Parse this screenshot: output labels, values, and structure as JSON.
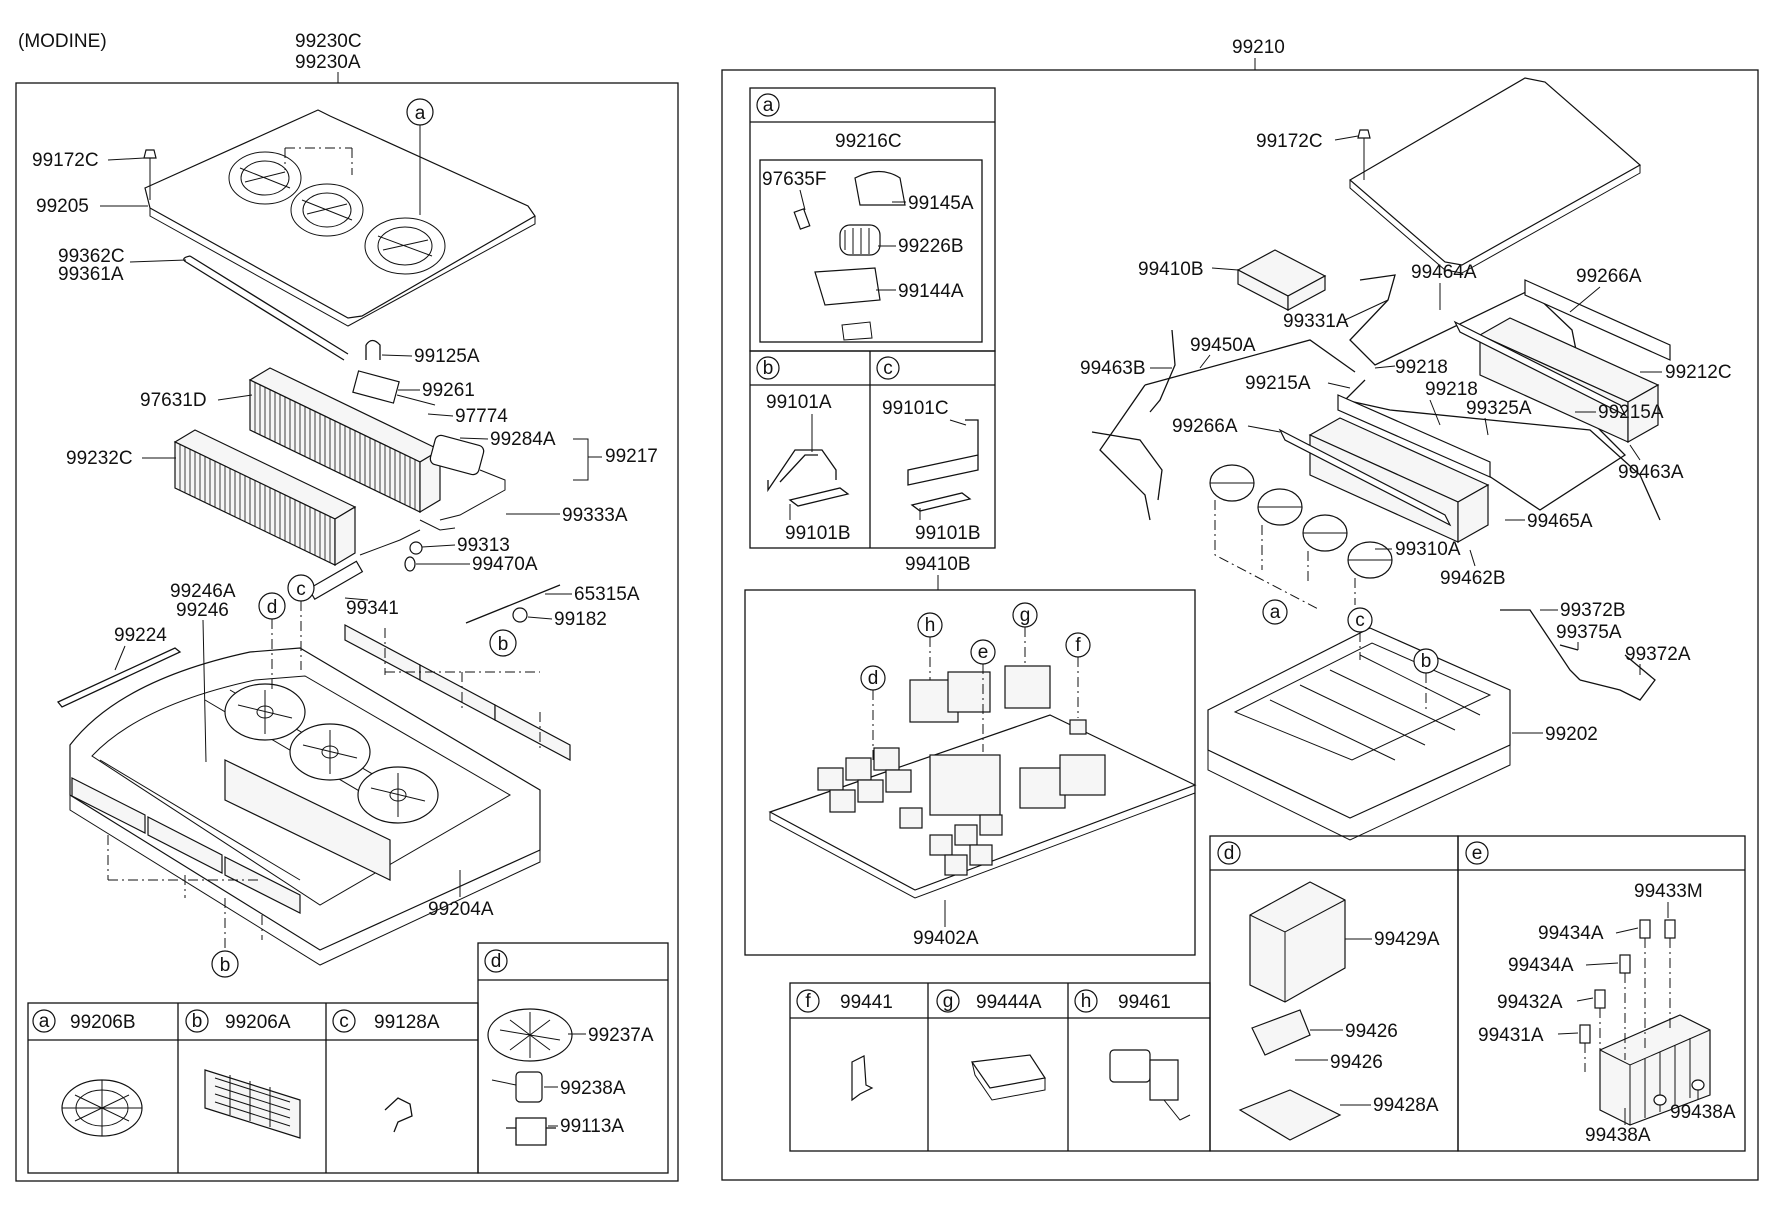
{
  "left_assembly": {
    "note": "(MODINE)",
    "title_top": "99230C",
    "title_bottom": "99230A",
    "parts": {
      "p99172C": "99172C",
      "p99205": "99205",
      "p99362C": "99362C",
      "p99361A": "99361A",
      "p99125A": "99125A",
      "p99261": "99261",
      "p97631D": "97631D",
      "p97774": "97774",
      "p99284A": "99284A",
      "p99217": "99217",
      "p99232C": "99232C",
      "p99333A": "99333A",
      "p99313": "99313",
      "p99470A": "99470A",
      "p99341": "99341",
      "p65315A": "65315A",
      "p99182": "99182",
      "p99246A": "99246A",
      "p99246": "99246",
      "p99224": "99224",
      "p99204A": "99204A"
    },
    "callouts": {
      "a": "a",
      "b": "b",
      "c": "c",
      "d": "d"
    },
    "detail_table": {
      "a_letter": "a",
      "a_part": "99206B",
      "b_letter": "b",
      "b_part": "99206A",
      "c_letter": "c",
      "c_part": "99128A",
      "d_letter": "d",
      "d_parts": [
        "99237A",
        "99238A",
        "99113A"
      ]
    }
  },
  "right_assembly": {
    "title": "99210",
    "parts": {
      "p99172C": "99172C",
      "p99410B": "99410B",
      "p99464A": "99464A",
      "p99266A_top": "99266A",
      "p99331A": "99331A",
      "p99463B": "99463B",
      "p99450A": "99450A",
      "p99218_a": "99218",
      "p99212C": "99212C",
      "p99215A_a": "99215A",
      "p99218_b": "99218",
      "p99325A": "99325A",
      "p99215A_b": "99215A",
      "p99266A": "99266A",
      "p99463A": "99463A",
      "p99465A": "99465A",
      "p99310A": "99310A",
      "p99462B": "99462B",
      "p99372B": "99372B",
      "p99375A": "99375A",
      "p99372A": "99372A",
      "p99202": "99202"
    },
    "callouts": {
      "a": "a",
      "b": "b",
      "c": "c"
    },
    "panel_a": {
      "letter": "a",
      "sub_title": "99216C",
      "parts": [
        "97635F",
        "99145A",
        "99226B",
        "99144A"
      ]
    },
    "panel_b": {
      "letter": "b",
      "parts": [
        "99101A",
        "99101B"
      ]
    },
    "panel_c": {
      "letter": "c",
      "parts": [
        "99101C",
        "99101B"
      ]
    },
    "relay_box": {
      "title": "99410B",
      "base": "99402A",
      "callouts": [
        "d",
        "h",
        "e",
        "g",
        "f"
      ]
    },
    "bottom_row": {
      "f_letter": "f",
      "f_part": "99441",
      "g_letter": "g",
      "g_part": "99444A",
      "h_letter": "h",
      "h_part": "99461"
    },
    "panel_d": {
      "letter": "d",
      "parts": [
        "99429A",
        "99426",
        "99426",
        "99428A"
      ]
    },
    "panel_e": {
      "letter": "e",
      "parts": [
        "99433M",
        "99434A",
        "99434A",
        "99432A",
        "99431A",
        "99438A",
        "99438A"
      ]
    }
  }
}
